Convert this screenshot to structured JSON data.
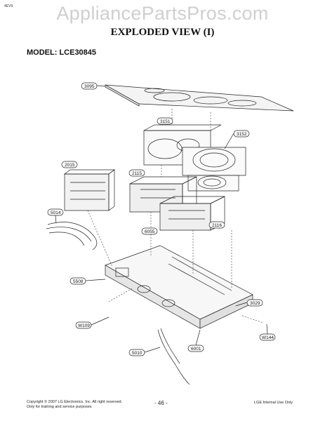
{
  "header": {
    "corner_code": "4EV9",
    "watermark": "AppliancePartsPros.com",
    "title": "EXPLODED VIEW (I)",
    "model": "MODEL: LCE30845"
  },
  "callouts": [
    "3095",
    "3151",
    "3152",
    "2015",
    "2115",
    "5014",
    "6055",
    "2116",
    "5508",
    "3029",
    "W109",
    "W144",
    "5010",
    "6001"
  ],
  "footer": {
    "copyright_line1": "Copyright © 2007 LG Electronics. Inc. All right reserved.",
    "copyright_line2": "Only for training and service purposes",
    "page_number": "- 46 -",
    "internal": "LGE Internal Use Only"
  }
}
